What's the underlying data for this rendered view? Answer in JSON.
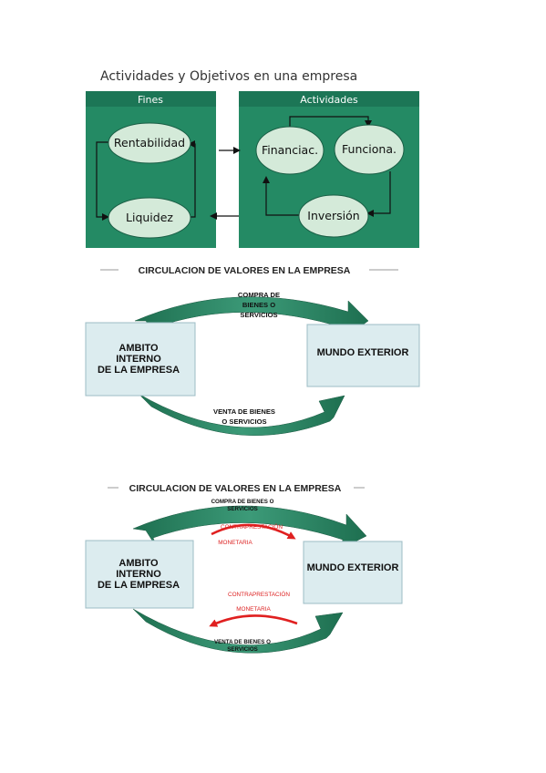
{
  "diagram1": {
    "title": "Actividades y Objetivos en una empresa",
    "fines_header": "Fines",
    "actividades_header": "Actividades",
    "node_rentabilidad": "Rentabilidad",
    "node_liquidez": "Liquidez",
    "node_financiac": "Financiac.",
    "node_funciona": "Funciona.",
    "node_inversion": "Inversión"
  },
  "diagram2": {
    "title": "CIRCULACION DE VALORES EN LA EMPRESA",
    "top_label": [
      "COMPRA DE",
      "BIENES O",
      "SERVICIOS"
    ],
    "ambito": [
      "AMBITO",
      "INTERNO",
      "DE LA EMPRESA"
    ],
    "mundo": "MUNDO EXTERIOR",
    "bottom_label": [
      "VENTA DE BIENES",
      "O SERVICIOS"
    ]
  },
  "diagram3": {
    "title": "CIRCULACION DE VALORES EN LA EMPRESA",
    "top_label": [
      "COMPRA DE BIENES O",
      "SERVICIOS"
    ],
    "contra_top": "CONTRAPRESTACIÓN",
    "monetaria_top": "MONETARIA",
    "ambito": [
      "AMBITO",
      "INTERNO",
      "DE LA EMPRESA"
    ],
    "mundo": "MUNDO EXTERIOR",
    "contra_bottom": "CONTRAPRESTACIÓN",
    "monetaria_bottom": "MONETARIA",
    "bottom_label": [
      "VENTA DE BIENES O",
      "SERVICIOS"
    ]
  },
  "colors": {
    "panel_green": "#248a64",
    "node_fill": "#d4ead9",
    "arc_green": "#2e8a68",
    "box_fill": "#dcecef",
    "red_arrow": "#e02020"
  }
}
